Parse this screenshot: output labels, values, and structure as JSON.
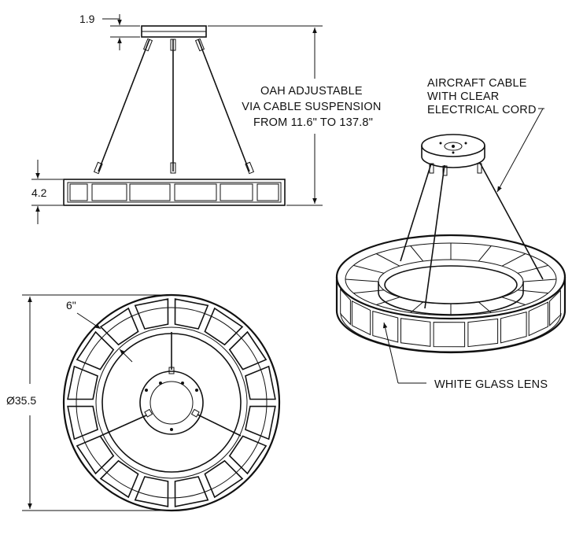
{
  "dimensions": {
    "canopy_height": "1.9",
    "ring_height": "4.2",
    "lens_width": "6\"",
    "diameter": "Ø35.5"
  },
  "callouts": {
    "oah": [
      "OAH ADJUSTABLE",
      "VIA CABLE SUSPENSION",
      "FROM 11.6\" TO 137.8\""
    ],
    "cable": [
      "AIRCRAFT CABLE",
      "WITH CLEAR",
      "ELECTRICAL CORD"
    ],
    "lens": "WHITE GLASS LENS"
  }
}
